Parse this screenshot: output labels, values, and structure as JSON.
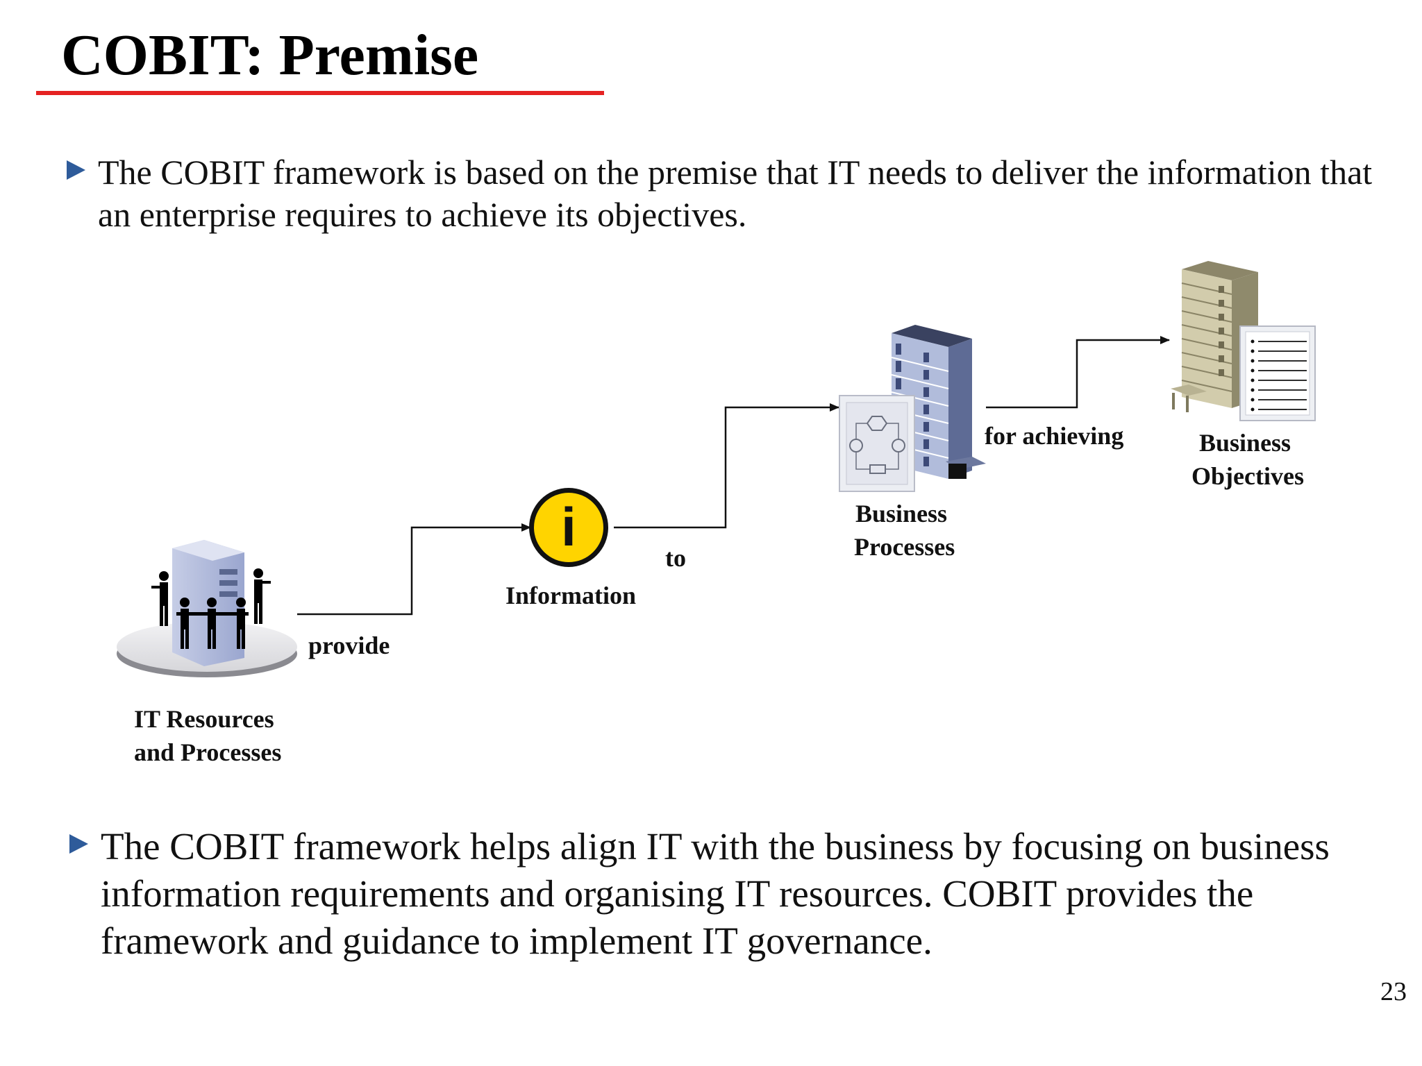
{
  "slide": {
    "title": "COBIT: Premise",
    "bullets": [
      "The COBIT framework is based on the premise that IT needs to deliver the information that an enterprise requires to achieve its objectives.",
      "The COBIT framework helps align IT with the business by focusing on business information requirements and organising IT resources. COBIT provides the framework and guidance to implement IT governance."
    ],
    "page_number": "23"
  },
  "diagram": {
    "nodes": {
      "it_resources": {
        "line1": "IT Resources",
        "line2": "and Processes",
        "icon": "people-server-icon"
      },
      "information": {
        "label": "Information",
        "icon": "information-icon",
        "glyph": "i"
      },
      "business_processes": {
        "line1": "Business",
        "line2": "Processes",
        "icon": "office-building-process-icon"
      },
      "business_objectives": {
        "line1": "Business",
        "line2": "Objectives",
        "icon": "building-document-icon"
      }
    },
    "edges": {
      "provide": "provide",
      "to": "to",
      "for_achieving": "for achieving"
    }
  },
  "colors": {
    "title_rule": "#e52222",
    "bullet_marker": "#2e5b9a",
    "info_yellow": "#ffd400",
    "building_blue": "#a8b7d9",
    "building_khaki": "#c7c1a0"
  }
}
